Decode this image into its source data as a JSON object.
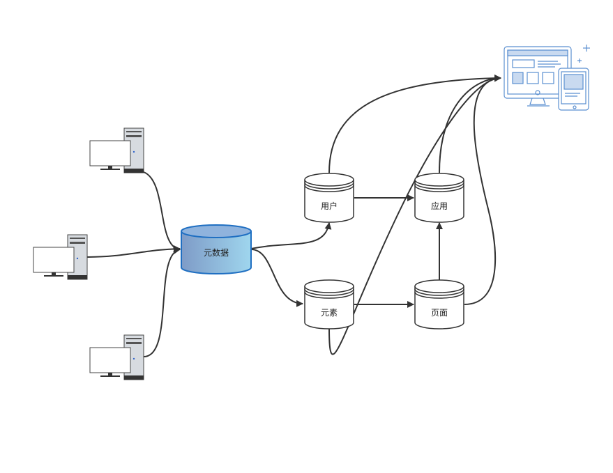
{
  "nodes": {
    "metadata": {
      "label": "元数据"
    },
    "user": {
      "label": "用户"
    },
    "element": {
      "label": "元素"
    },
    "app": {
      "label": "应用"
    },
    "page": {
      "label": "页面"
    }
  },
  "icons": {
    "computer": "desktop-computer-icon",
    "devices": "monitor-tablet-icon"
  },
  "colors": {
    "edge": "#333333",
    "db_fill_start": "#7e9bc7",
    "db_fill_end": "#9fd6ee",
    "db_stroke": "#1f6fc2",
    "device_stroke": "#5b8fd0"
  }
}
